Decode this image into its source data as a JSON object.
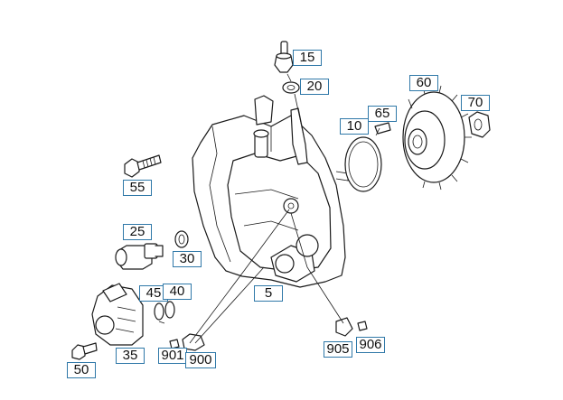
{
  "diagram": {
    "part_numbers": [
      {
        "id": "p15",
        "label": "15"
      },
      {
        "id": "p20",
        "label": "20"
      },
      {
        "id": "p60",
        "label": "60"
      },
      {
        "id": "p70",
        "label": "70"
      },
      {
        "id": "p10",
        "label": "10"
      },
      {
        "id": "p65",
        "label": "65"
      },
      {
        "id": "p55",
        "label": "55"
      },
      {
        "id": "p25",
        "label": "25"
      },
      {
        "id": "p30",
        "label": "30"
      },
      {
        "id": "p5",
        "label": "5"
      },
      {
        "id": "p45",
        "label": "45"
      },
      {
        "id": "p40",
        "label": "40"
      },
      {
        "id": "p35",
        "label": "35"
      },
      {
        "id": "p50",
        "label": "50"
      },
      {
        "id": "p901",
        "label": "901"
      },
      {
        "id": "p900",
        "label": "900"
      },
      {
        "id": "p905",
        "label": "905"
      },
      {
        "id": "p906",
        "label": "906"
      }
    ]
  },
  "colors": {
    "callout_border": "#2f78a8",
    "line": "#1a1a1a",
    "background": "#ffffff"
  }
}
